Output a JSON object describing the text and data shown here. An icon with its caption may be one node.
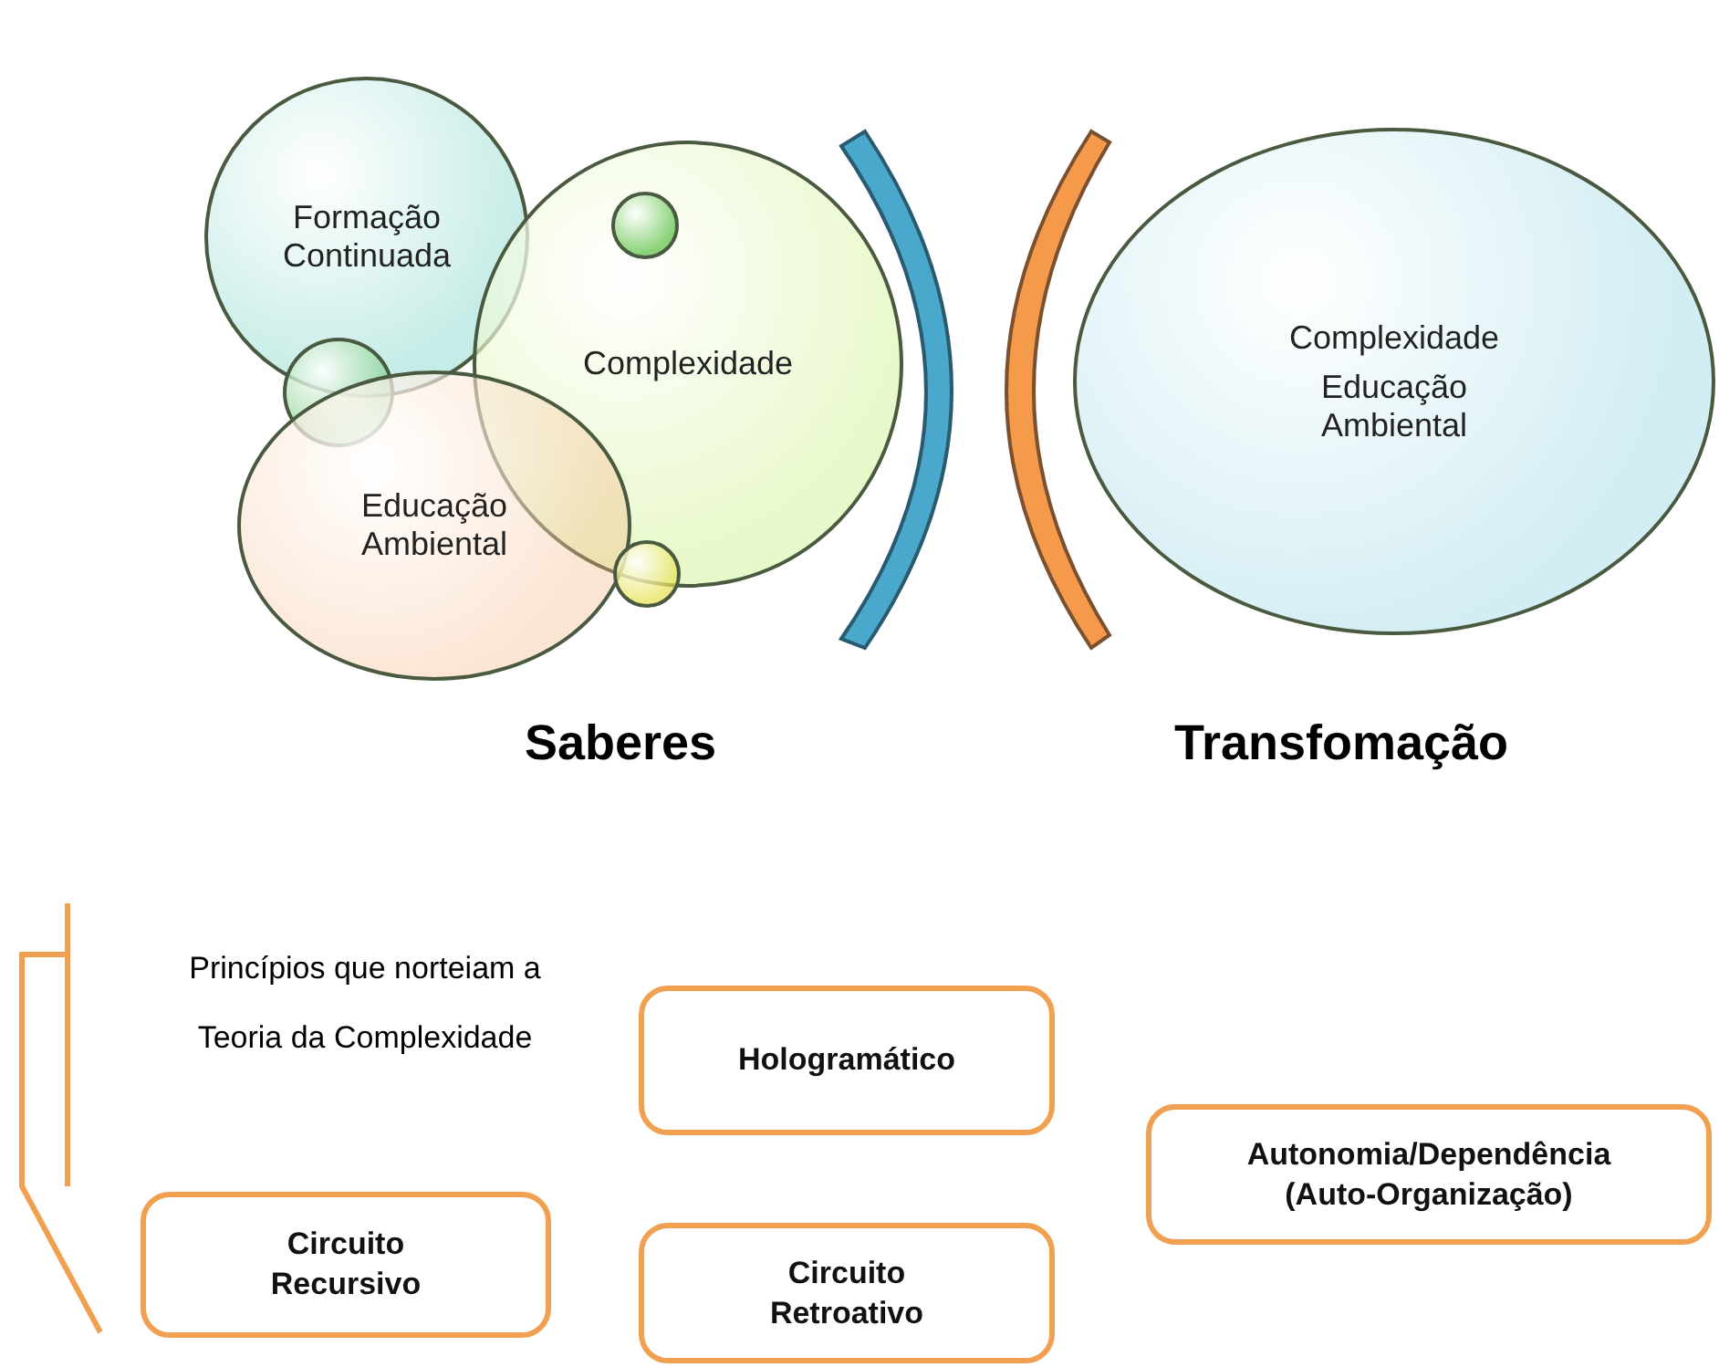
{
  "diagram": {
    "nodes": [
      {
        "text": [
          "Formação Continuada"
        ]
      },
      {
        "text": [],
        "shape": "circle",
        "in": 2
      },
      {
        "text": [
          "Complexidade"
        ]
      },
      {
        "text": [],
        "shape": "arc"
      },
      {
        "text": [],
        "shape": "arc"
      },
      {
        "text": [
          "Complexidade",
          "Educação Ambiental"
        ]
      },
      {
        "text": [],
        "shape": "circle"
      },
      {
        "text": [
          "Educação Ambiental"
        ]
      },
      {
        "text": [],
        "shape": "circle"
      },
      {
        "text": [
          "Hologramático"
        ]
      },
      {
        "text": [
          "Autonomia/Dependência (Auto-Organização)"
        ]
      },
      {
        "text": [
          "Circuito Recursivo"
        ]
      },
      {
        "text": [
          "Circuito Retroativo"
        ]
      }
    ],
    "edges": [],
    "labels": [
      "Saberes",
      "Transfomação",
      "Princípios que norteiam a Teoria da Complexidade"
    ]
  }
}
